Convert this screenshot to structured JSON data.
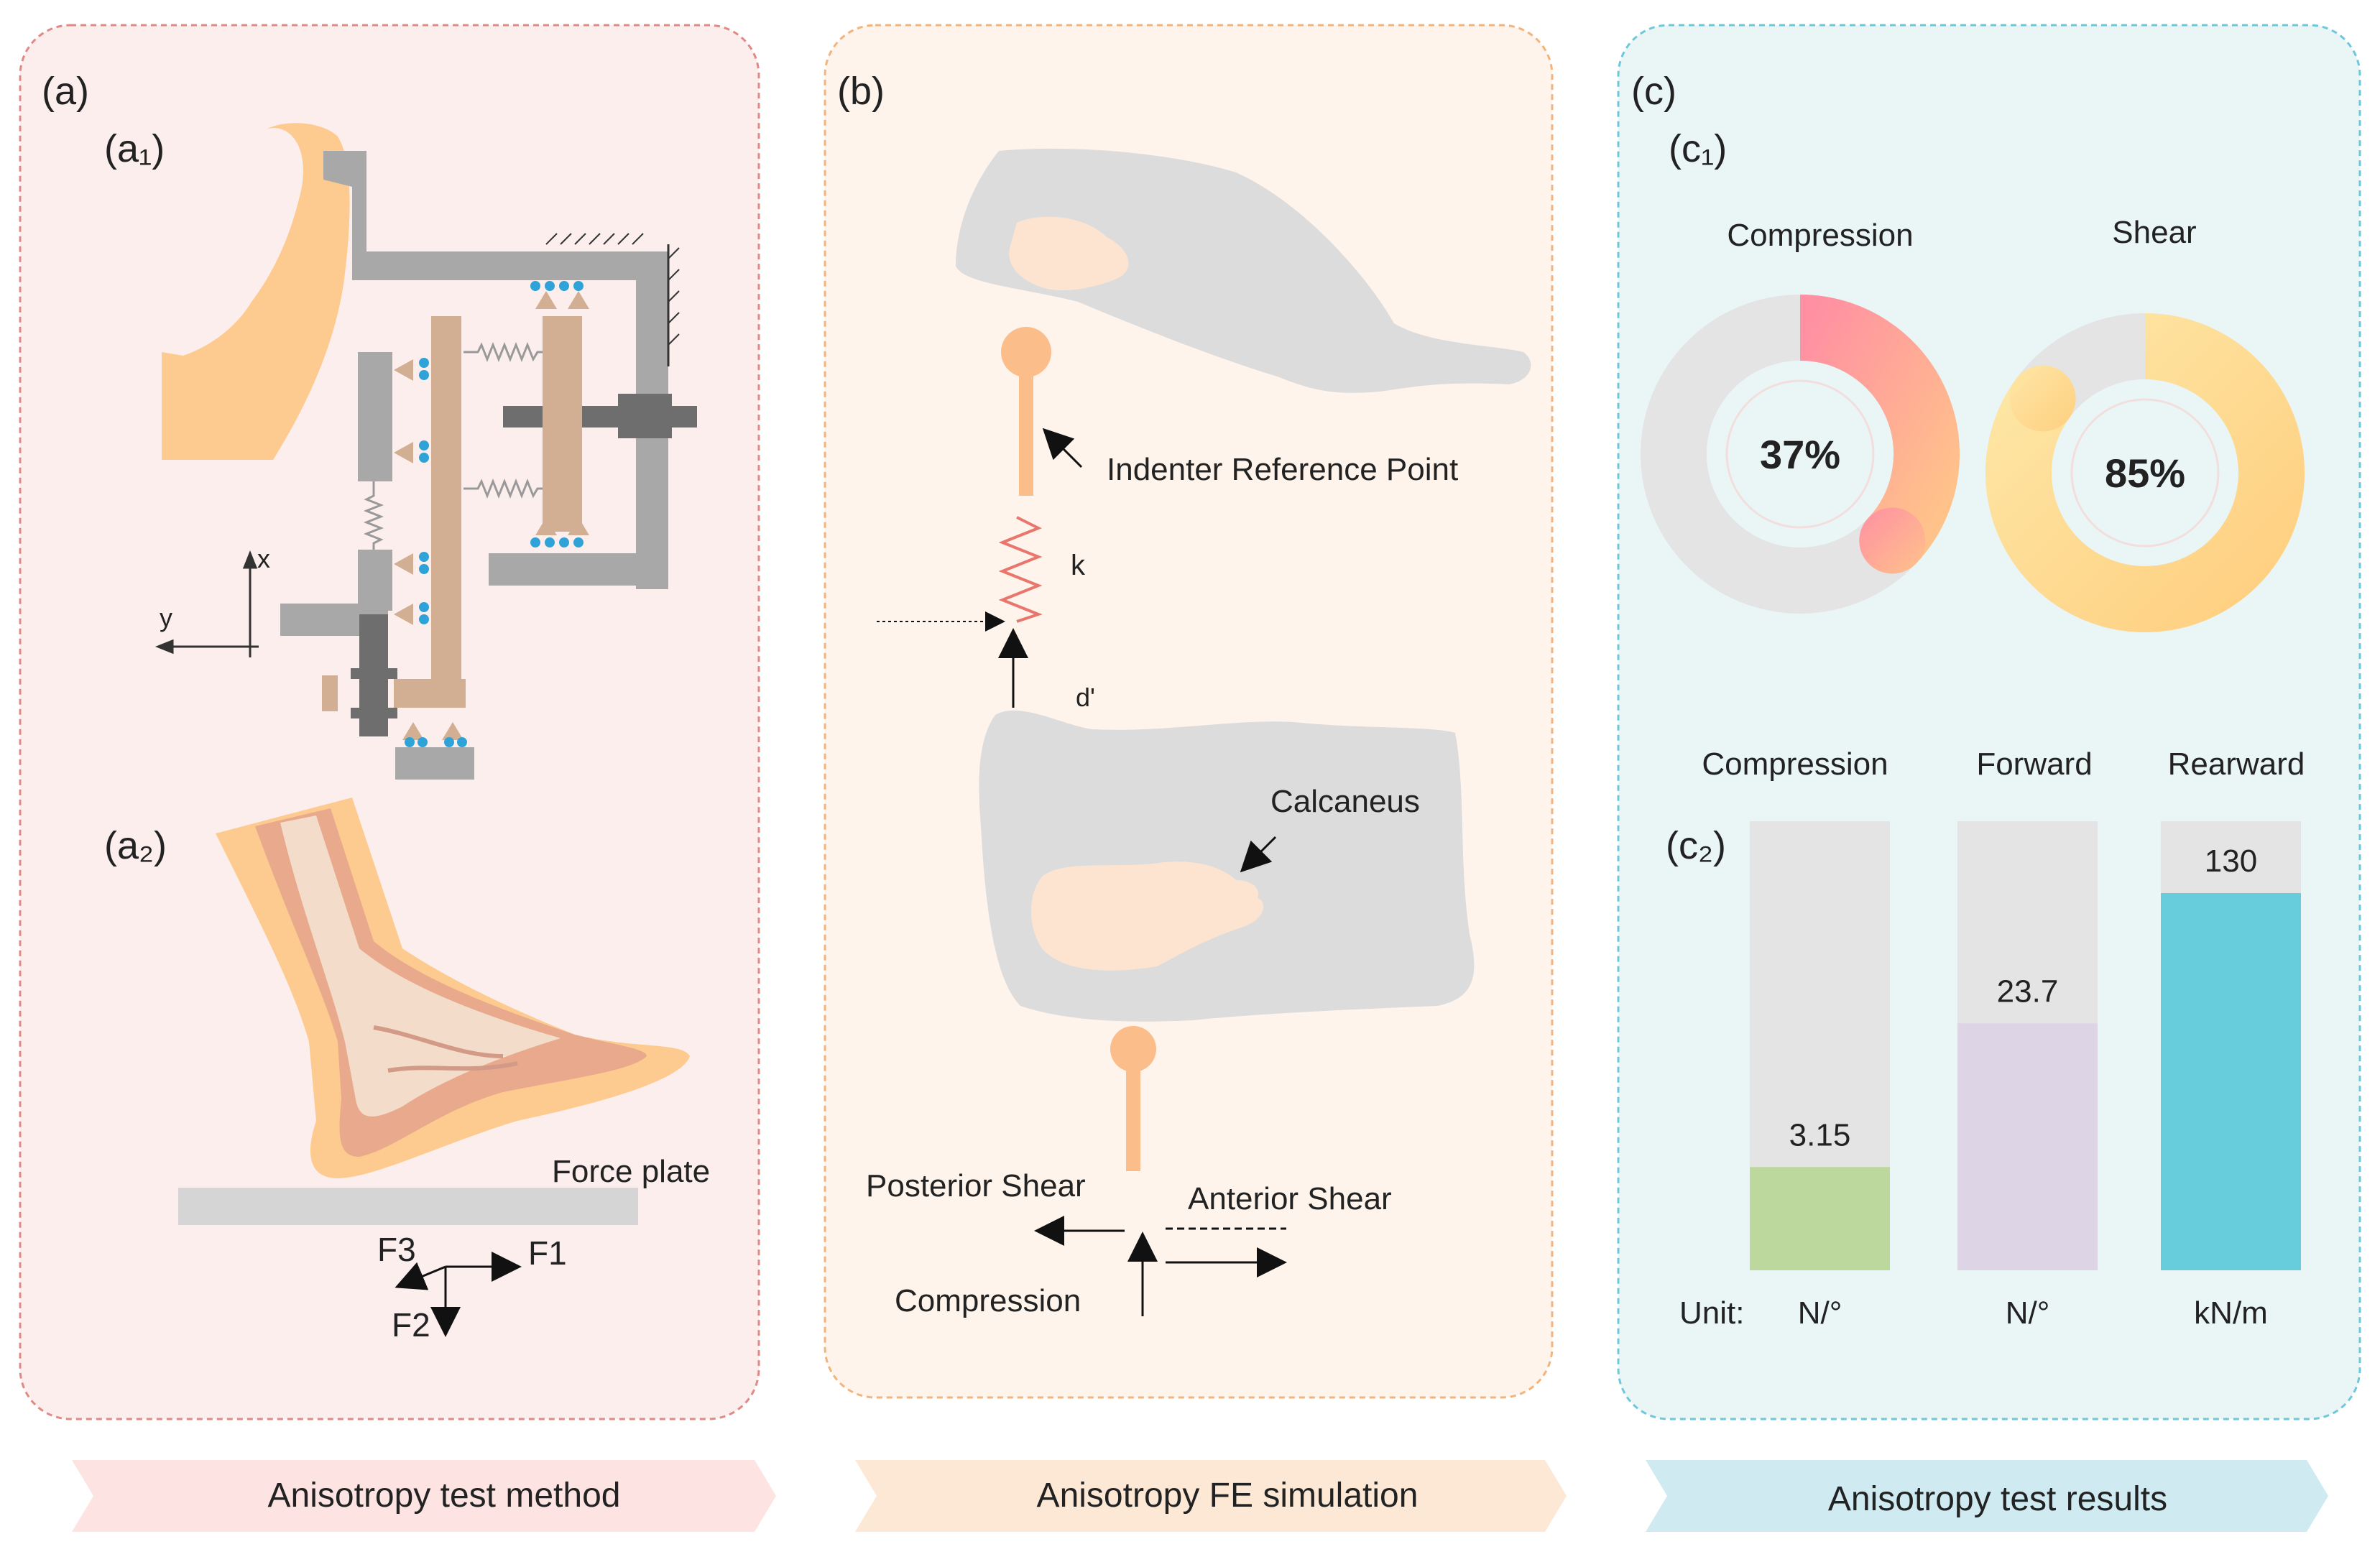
{
  "panel_a": {
    "label": "(a)",
    "sub1": "(a₁)",
    "sub2": "(a₂)",
    "axis_x": "x",
    "axis_y": "y",
    "force_plate": "Force plate",
    "f1": "F1",
    "f2": "F2",
    "f3": "F3",
    "banner": "Anisotropy test method"
  },
  "panel_b": {
    "label": "(b)",
    "indenter": "Indenter Reference Point",
    "k": "k",
    "d": "d'",
    "calcaneus": "Calcaneus",
    "posterior_shear": "Posterior Shear",
    "anterior_shear": "Anterior Shear",
    "compression": "Compression",
    "banner": "Anisotropy FE simulation"
  },
  "panel_c": {
    "label": "(c)",
    "sub1": "(c₁)",
    "sub2": "(c₂)",
    "unit_label": "Unit:",
    "banner": "Anisotropy test results"
  },
  "colors": {
    "panel_a_bg": "#fdeeee",
    "panel_b_bg": "#fef4ec",
    "panel_c_bg": "#eaf6f6",
    "compression_grad": [
      "#ff8fa3",
      "#ffc38a"
    ],
    "shear_grad": [
      "#fde7a6",
      "#ffcf80"
    ],
    "bar_compression": "#bdd89c",
    "bar_forward": "#ddd4e6",
    "bar_rearward": "#67cddd"
  },
  "chart_data": [
    {
      "type": "pie",
      "kind": "donut",
      "slices": [
        {
          "title": "Compression",
          "value": 37,
          "label": "37%"
        },
        {
          "title": "Shear",
          "value": 85,
          "label": "85%"
        }
      ]
    },
    {
      "type": "bar",
      "categories": [
        "Compression",
        "Forward",
        "Rearward"
      ],
      "values": [
        3.15,
        23.7,
        130
      ],
      "value_labels": [
        "3.15",
        "23.7",
        "130"
      ],
      "units": [
        "N/°",
        "N/°",
        "kN/m"
      ],
      "fill_fraction": [
        0.23,
        0.55,
        0.84
      ]
    }
  ]
}
